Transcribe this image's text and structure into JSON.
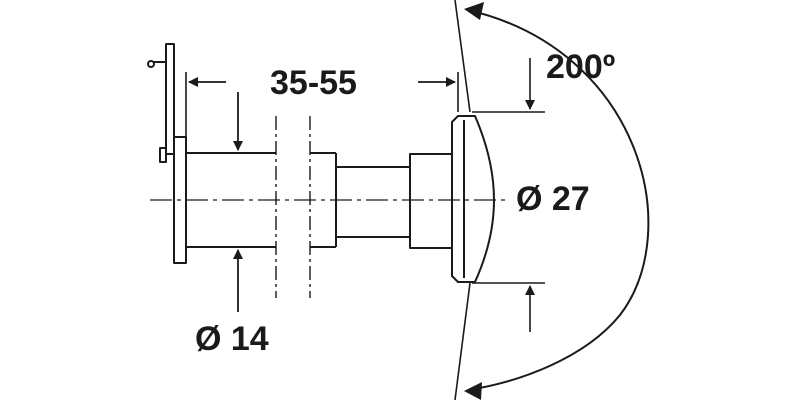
{
  "dimensions": {
    "door_thickness": "35-55",
    "viewing_angle": "200º",
    "outer_diameter": "Ø 27",
    "bore_diameter": "Ø 14"
  },
  "colors": {
    "line": "#1a1a1a",
    "background": "#ffffff"
  },
  "icons": {
    "viewer_body": "door-viewer-drawing",
    "arrows": "dimension-arrow-icon"
  }
}
